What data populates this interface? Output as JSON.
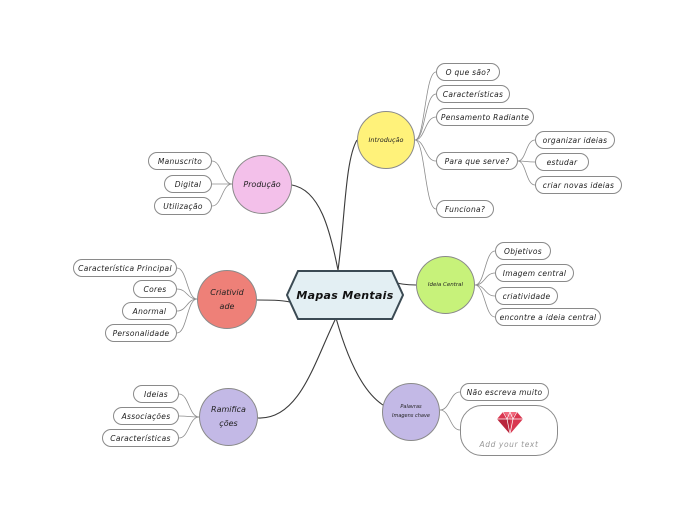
{
  "central": {
    "label": "Mapas Mentais",
    "fill": "#e3eff3",
    "stroke": "#3b4a53"
  },
  "branches": {
    "introducao": {
      "label": "Introdução",
      "color": "#fff27a",
      "items": [
        "O que são?",
        "Características",
        "Pensamento Radiante",
        "Para que serve?",
        "Funciona?"
      ],
      "para_que_serve": [
        "organizar ideias",
        "estudar",
        "criar novas ideias"
      ]
    },
    "ideia_central": {
      "label": "Ideia Central",
      "color": "#c7f27a",
      "items": [
        "Objetivos",
        "Imagem central",
        "criatividade",
        "encontre a ideia central"
      ]
    },
    "palavras_imagens": {
      "label_line1": "Palavras",
      "label_line2": "Imagens chave",
      "color": "#c3b9e6",
      "items": [
        "Não escreva muito"
      ],
      "card_caption": "Add your text",
      "card_icon": "diamond-icon",
      "icon_color": "#d9364f"
    },
    "producao": {
      "label": "Produção",
      "color": "#f3c0ea",
      "items": [
        "Manuscrito",
        "Digital",
        "Utilização"
      ]
    },
    "criatividade": {
      "label_line1": "Criativid",
      "label_line2": "ade",
      "color": "#ee8078",
      "items": [
        "Característica Principal",
        "Cores",
        "Anormal",
        "Personalidade"
      ]
    },
    "ramificacoes": {
      "label_line1": "Ramifica",
      "label_line2": "ções",
      "color": "#c3b9e6",
      "items": [
        "Ideias",
        "Associações",
        "Características"
      ]
    }
  }
}
